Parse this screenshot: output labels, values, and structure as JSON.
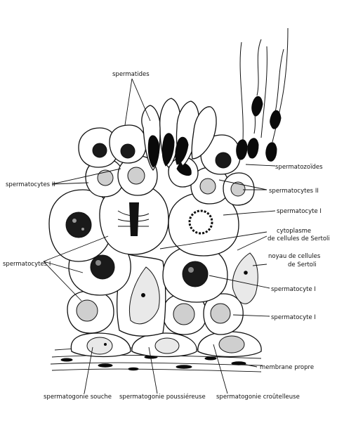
{
  "labels": {
    "spermatides": "spermatides",
    "spermatozoides": "spermatozoïdes",
    "spermatocytes_II_left": "spermatocytes II",
    "spermatocytes_II_right": "spermatocytes II",
    "spermatocyte_I_upper": "spermatocyte I",
    "cytoplasme_line1": "cytoplasme",
    "cytoplasme_line2": "de cellules de Sertoli",
    "spermatocytes_I_left": "spermatocytes I",
    "noyau_line1": "noyau de cellules",
    "noyau_line2": "de Sertoli",
    "spermatocyte_I_mid": "spermatocyte I",
    "spermatocyte_I_low": "spermatocyte I",
    "membrane_propre": "membrane propre",
    "spermatogonie_souche": "spermatogonie souche",
    "spermatogonie_poussiereuse": "spermatogonie poussiéreuse",
    "spermatogonie_croutelleuse": "spermatogonie croûtelleuse"
  }
}
